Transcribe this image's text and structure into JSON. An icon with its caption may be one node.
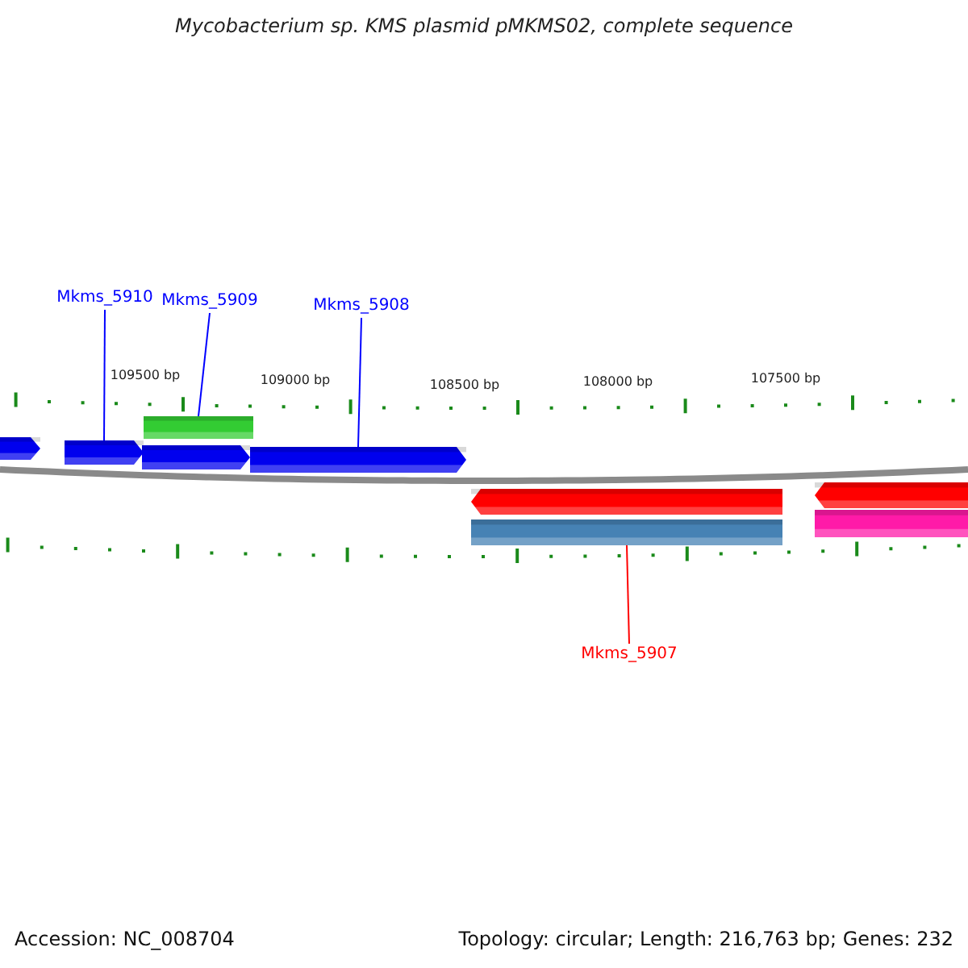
{
  "diagram": {
    "title": "Mycobacterium sp. KMS plasmid pMKMS02, complete sequence",
    "nodes": [
      {
        "text": [
          "Mkms_5910"
        ]
      },
      {
        "text": [
          "Mkms_5909"
        ]
      },
      {
        "text": [
          "Mkms_5908"
        ]
      },
      {
        "text": [],
        "shape": "bar"
      },
      {
        "text": [],
        "shape": "bar"
      },
      {
        "text": [],
        "shape": "bar"
      },
      {
        "text": [],
        "shape": "bar"
      },
      {
        "text": [],
        "shape": "bar"
      },
      {
        "text": [],
        "shape": "bar"
      },
      {
        "text": [],
        "shape": "bar"
      },
      {
        "text": [],
        "shape": "bar"
      },
      {
        "text": [],
        "shape": "bar"
      },
      {
        "text": [
          "Mkms_5907"
        ]
      }
    ],
    "edges": [
      {
        "from": 0,
        "to": 4,
        "arrow": "none"
      },
      {
        "from": 1,
        "to": 5,
        "arrow": "none"
      },
      {
        "from": 2,
        "to": 7,
        "arrow": "none"
      },
      {
        "from": 12,
        "to": 10,
        "arrow": "none",
        "color": "#ff0000"
      }
    ],
    "labels": [
      "109500 bp",
      "109000 bp",
      "108500 bp",
      "108000 bp",
      "107500 bp",
      "Accession: NC_008704",
      "Topology: circular; Length: 216,763 bp; Genes: 232"
    ]
  }
}
